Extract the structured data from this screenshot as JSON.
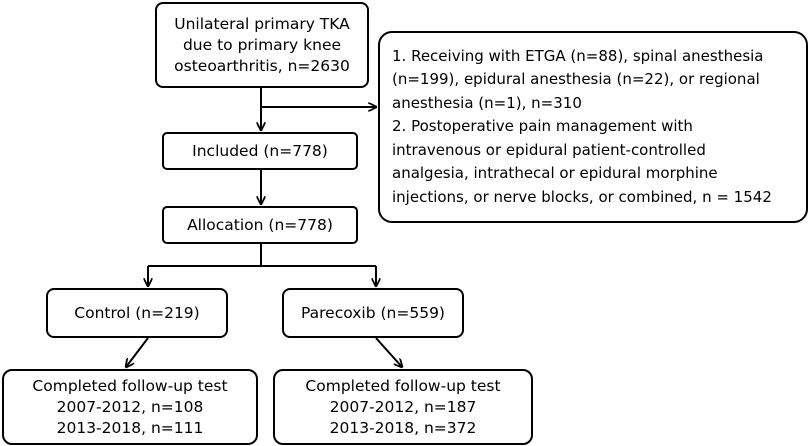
{
  "nodes": {
    "start": {
      "lines": [
        "Unilateral primary TKA",
        "due to primary knee",
        "osteoarthritis, n=2630"
      ]
    },
    "exclusion": {
      "lines": [
        "1. Receiving with ETGA (n=88), spinal anesthesia",
        "(n=199), epidural anesthesia (n=22), or regional",
        "anesthesia (n=1), n=310",
        "2. Postoperative pain management with",
        "intravenous or epidural patient-controlled",
        "analgesia, intrathecal or epidural morphine",
        "injections, or nerve blocks, or combined, n = 1542"
      ]
    },
    "included": {
      "label": "Included (n=778)"
    },
    "allocation": {
      "label": "Allocation (n=778)"
    },
    "control": {
      "label": "Control (n=219)"
    },
    "parecoxib": {
      "label": "Parecoxib (n=559)"
    },
    "followup_control": {
      "lines": [
        "Completed follow-up test",
        "2007-2012, n=108",
        "2013-2018, n=111"
      ]
    },
    "followup_parecoxib": {
      "lines": [
        "Completed follow-up test",
        "2007-2012, n=187",
        "2013-2018, n=372"
      ]
    }
  },
  "colors": {
    "stroke": "#000000",
    "background": "#ffffff"
  }
}
